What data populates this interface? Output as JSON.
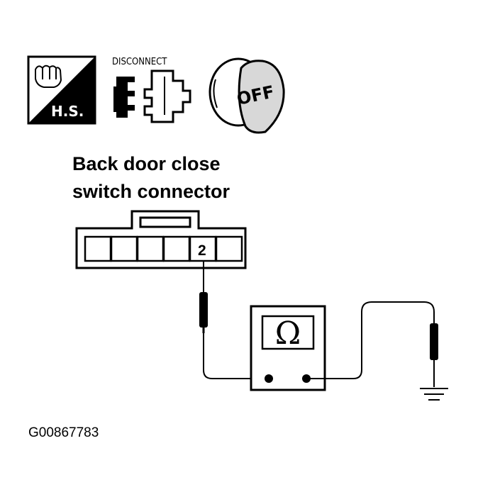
{
  "icons": {
    "hs_label": "H.S.",
    "disconnect_label": "DISCONNECT",
    "off_label": "OFF"
  },
  "diagram": {
    "title_line1": "Back door close",
    "title_line2": "switch connector",
    "pin_label": "2",
    "meter_symbol": "Ω"
  },
  "figure_id": "G00867783"
}
